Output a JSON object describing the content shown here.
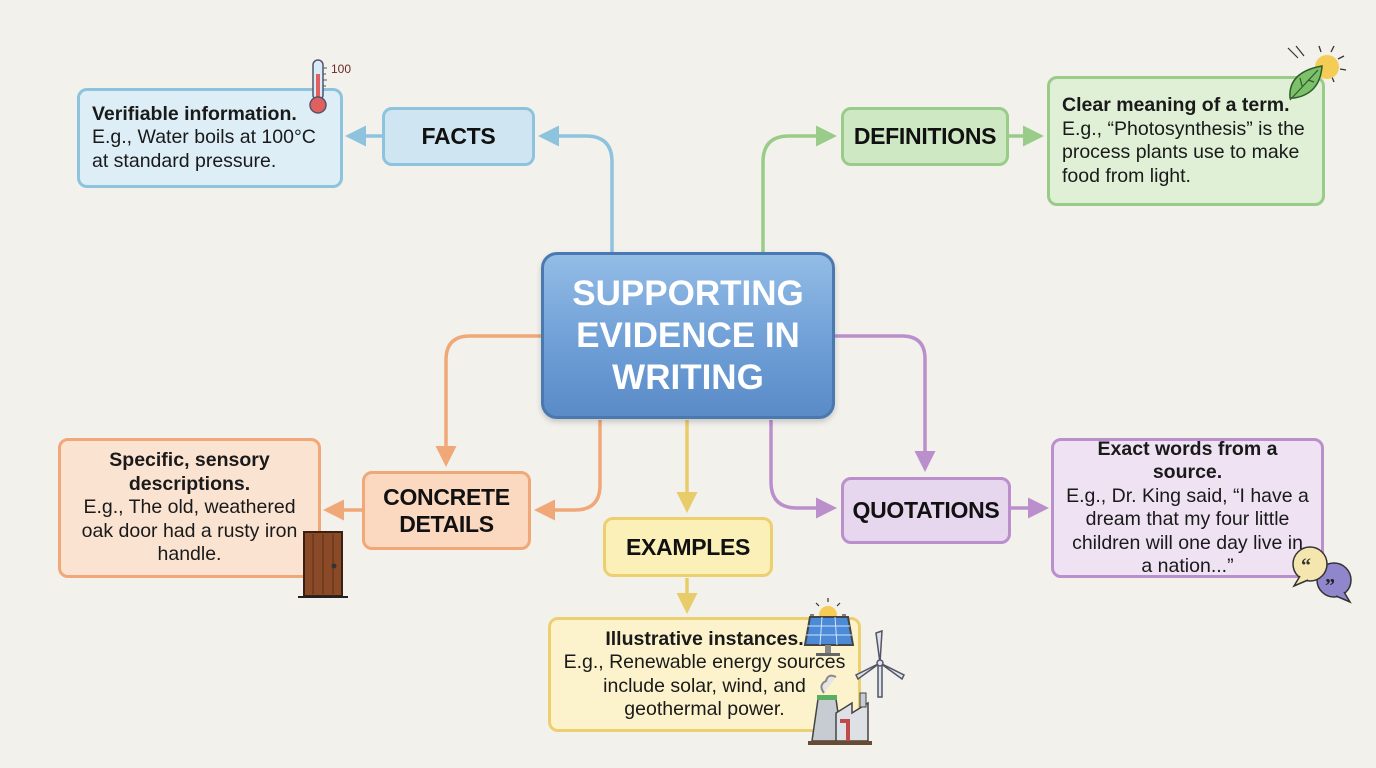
{
  "center": {
    "title": "SUPPORTING EVIDENCE IN WRITING"
  },
  "nodes": {
    "facts": {
      "label": "FACTS",
      "heading": "Verifiable information.",
      "text": "E.g., Water boils at 100°C at standard pressure.",
      "icon": "thermometer-icon",
      "icon_text": "100",
      "color": "#8ec3de"
    },
    "definitions": {
      "label": "DEFINITIONS",
      "heading": "Clear meaning of a term.",
      "text": "E.g., “Photosynthesis” is the process plants use to make food from light.",
      "icon": "leaf-sun-icon",
      "color": "#99cc88"
    },
    "quotations": {
      "label": "QUOTATIONS",
      "heading": "Exact words from a source.",
      "text": "E.g., Dr. King said, “I have a dream that my four little children will one day live in a nation...”",
      "icon": "quote-bubbles-icon",
      "color": "#bb8fcc"
    },
    "concrete": {
      "label": "CONCRETE DETAILS",
      "heading": "Specific, sensory descriptions.",
      "text": "E.g., The old, weathered oak door had a rusty iron handle.",
      "icon": "door-icon",
      "color": "#f0a878"
    },
    "examples": {
      "label": "EXAMPLES",
      "heading": "Illustrative instances.",
      "text": "E.g., Renewable energy sources include solar, wind, and geothermal power.",
      "icon": "renewable-energy-icon",
      "color": "#e8cc6a"
    }
  }
}
